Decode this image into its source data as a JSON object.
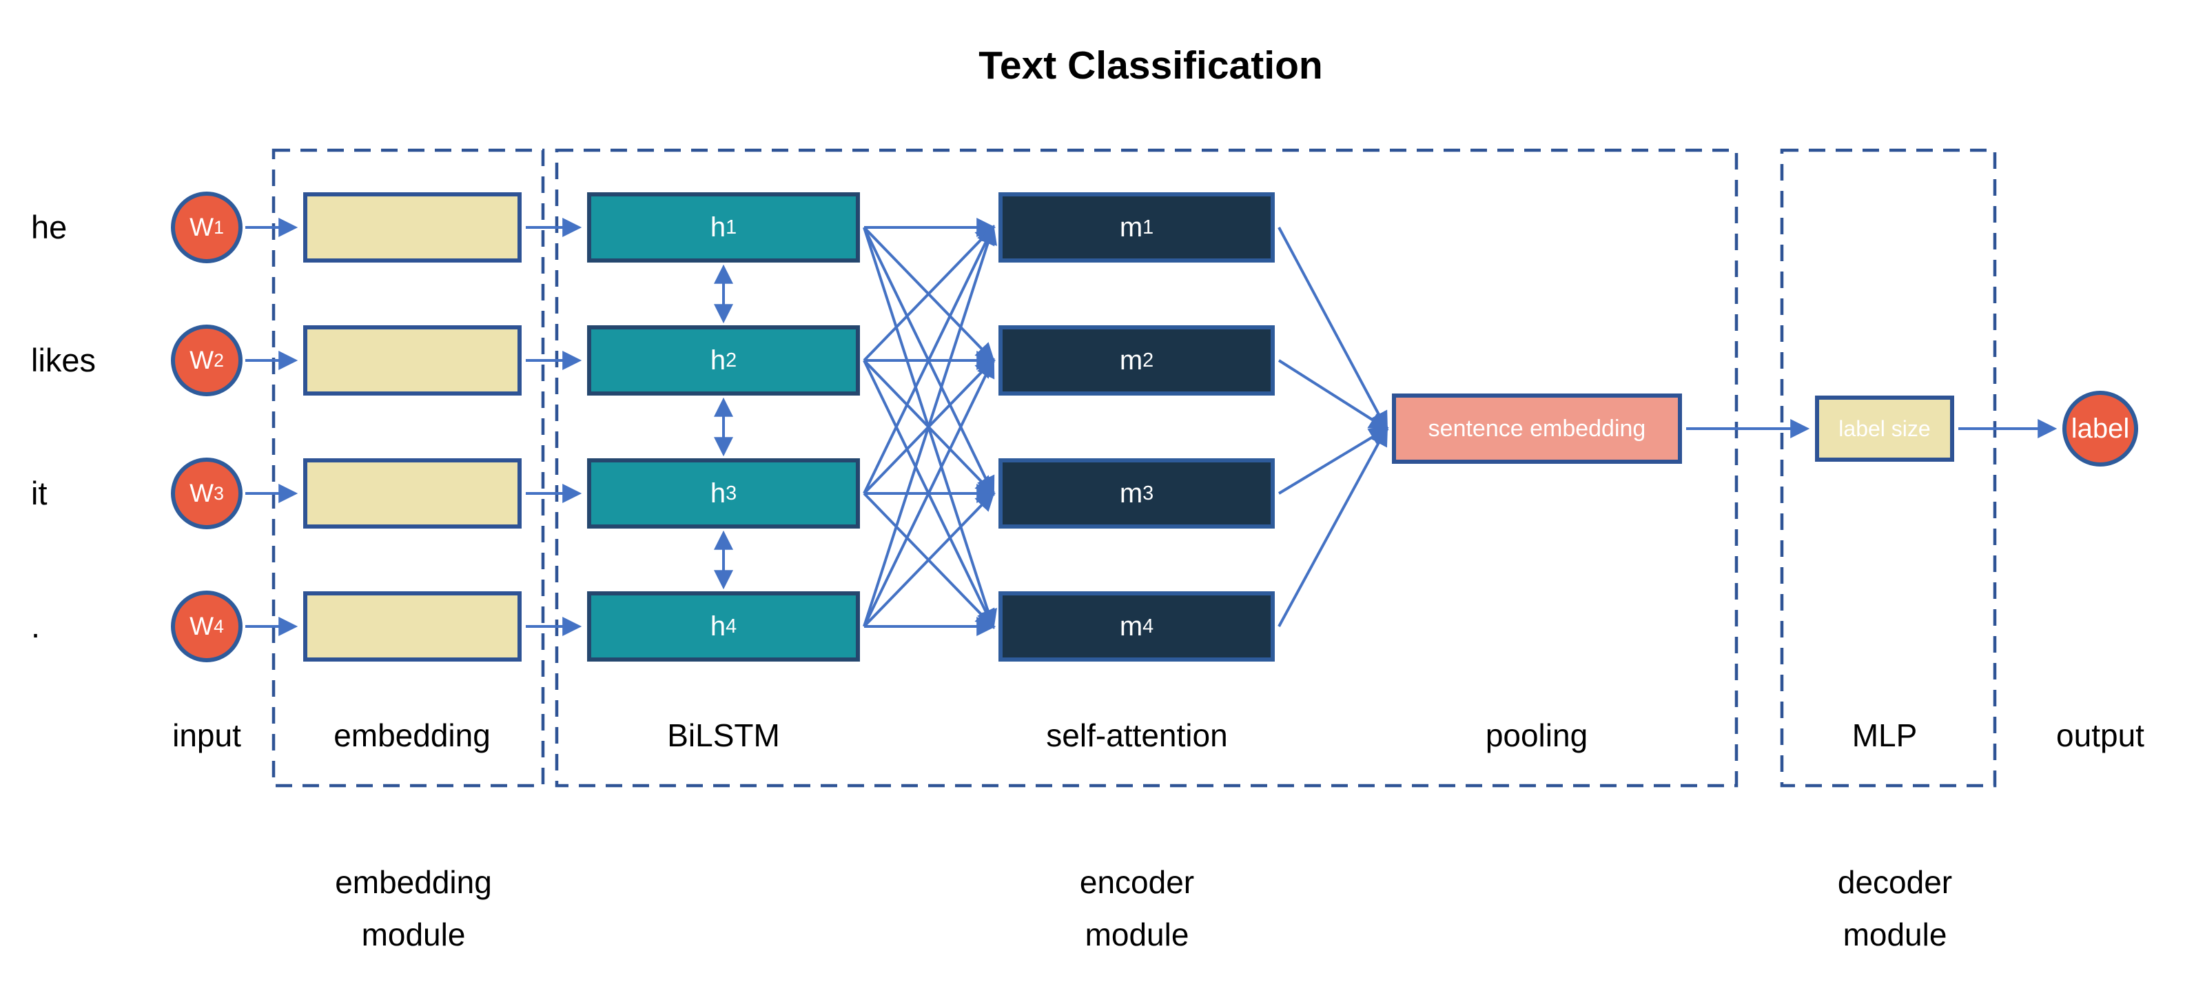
{
  "title": "Text Classification",
  "rows": [
    {
      "word": "he",
      "digit": "1"
    },
    {
      "word": "likes",
      "digit": "2"
    },
    {
      "word": "it",
      "digit": "3"
    },
    {
      "word": ".",
      "digit": "4"
    }
  ],
  "prefixes": {
    "input": "W",
    "bilstm": "h",
    "attention": "m"
  },
  "pooling_box_label": "sentence embedding",
  "mlp_box_label": "label size",
  "output_node_label": "label",
  "column_labels": {
    "input": "input",
    "embedding": "embedding",
    "bilstm": "BiLSTM",
    "attention": "self-attention",
    "pooling": "pooling",
    "mlp": "MLP",
    "output": "output"
  },
  "module_labels": {
    "embedding": {
      "line1": "embedding",
      "line2": "module"
    },
    "encoder": {
      "line1": "encoder",
      "line2": "module"
    },
    "decoder": {
      "line1": "decoder",
      "line2": "module"
    }
  },
  "colors": {
    "connector": "#4472C4",
    "module_border": "#2E5395",
    "input_node_fill": "#EA5C40",
    "input_node_border": "#2E5B9B",
    "embedding_fill": "#EDE3AF",
    "embedding_border": "#2E5395",
    "bilstm_fill": "#1895A0",
    "bilstm_border": "#25476E",
    "attention_fill": "#1B3449",
    "attention_border": "#2E5B9B",
    "pooling_fill": "#F09B8C",
    "pooling_border": "#2E5395",
    "text_light": "#FFFFFF",
    "text_dark": "#000000"
  }
}
